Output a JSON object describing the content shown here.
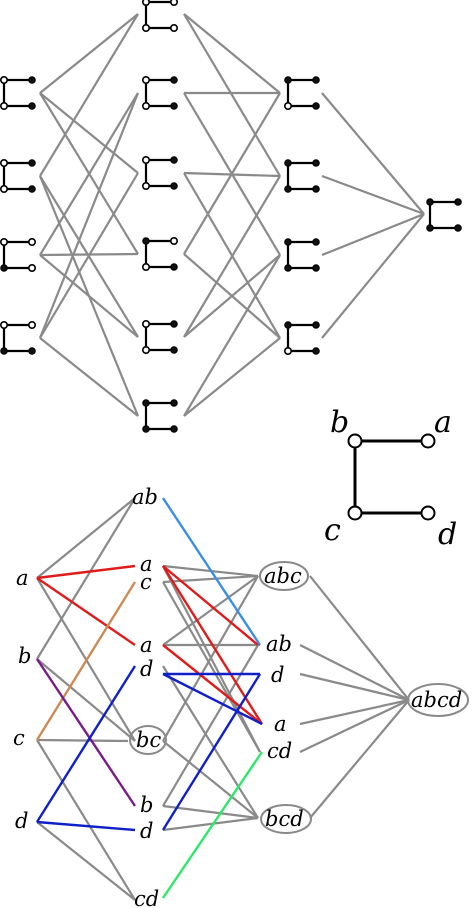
{
  "key_graph": {
    "labels": [
      "b",
      "a",
      "c",
      "d"
    ]
  },
  "lower": {
    "left": [
      "a",
      "b",
      "c",
      "d"
    ],
    "middle": [
      "ab",
      "a",
      "c",
      "a",
      "d",
      "bc",
      "b",
      "d",
      "cd"
    ],
    "right": [
      "abc",
      "ab",
      "d",
      "a",
      "cd",
      "bcd"
    ],
    "final": "abcd"
  },
  "colors": {
    "grey": "#8a8a8a",
    "red": "#e01b1b",
    "blue": "#1020c8",
    "light_blue": "#3a8ee6",
    "tan": "#cd8a55",
    "purple": "#7a1a8a",
    "green": "#2ee86a"
  }
}
